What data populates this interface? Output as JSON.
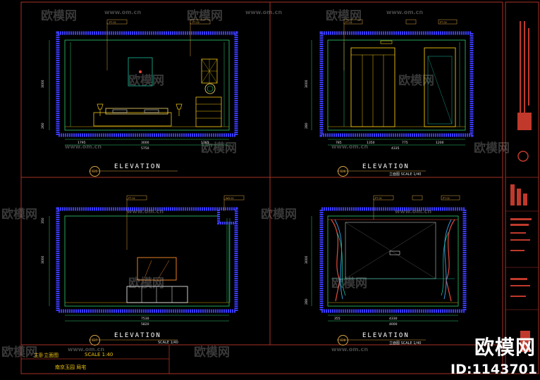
{
  "watermark": {
    "brand": "欧模网",
    "url": "www.om.cn",
    "id_label": "ID:1143701"
  },
  "panels": [
    {
      "title": "ELEVATION",
      "subtitle": "",
      "tag": "E25"
    },
    {
      "title": "ELEVATION",
      "subtitle": "立面图 SCALE 1/40",
      "tag": "E26"
    },
    {
      "title": "ELEVATION",
      "subtitle": "SCALE 1/40",
      "tag": "E27"
    },
    {
      "title": "ELEVATION",
      "subtitle": "立面图 SCALE 1/40",
      "tag": "E28"
    }
  ],
  "footer": {
    "label1": "主卧立面图",
    "label2": "SCALE 1:40",
    "label3": "南京玉园 局宅"
  },
  "dims": {
    "p1_bottom": [
      "1795",
      "3000",
      "1765",
      "5750"
    ],
    "p1_side": [
      "3000",
      "260"
    ],
    "p2_bottom": [
      "785",
      "1350",
      "775",
      "1200",
      "4335"
    ],
    "p2_side": [
      "3000",
      "280"
    ],
    "p3_bottom": [
      "7530",
      "5820"
    ],
    "p3_side": [
      "3000",
      "350"
    ],
    "p4_bottom": [
      "355",
      "4330",
      "4000"
    ],
    "p4_side": [
      "3000",
      "280"
    ],
    "tag_text": [
      "PT 01",
      "PT 02",
      "WD 01"
    ]
  }
}
